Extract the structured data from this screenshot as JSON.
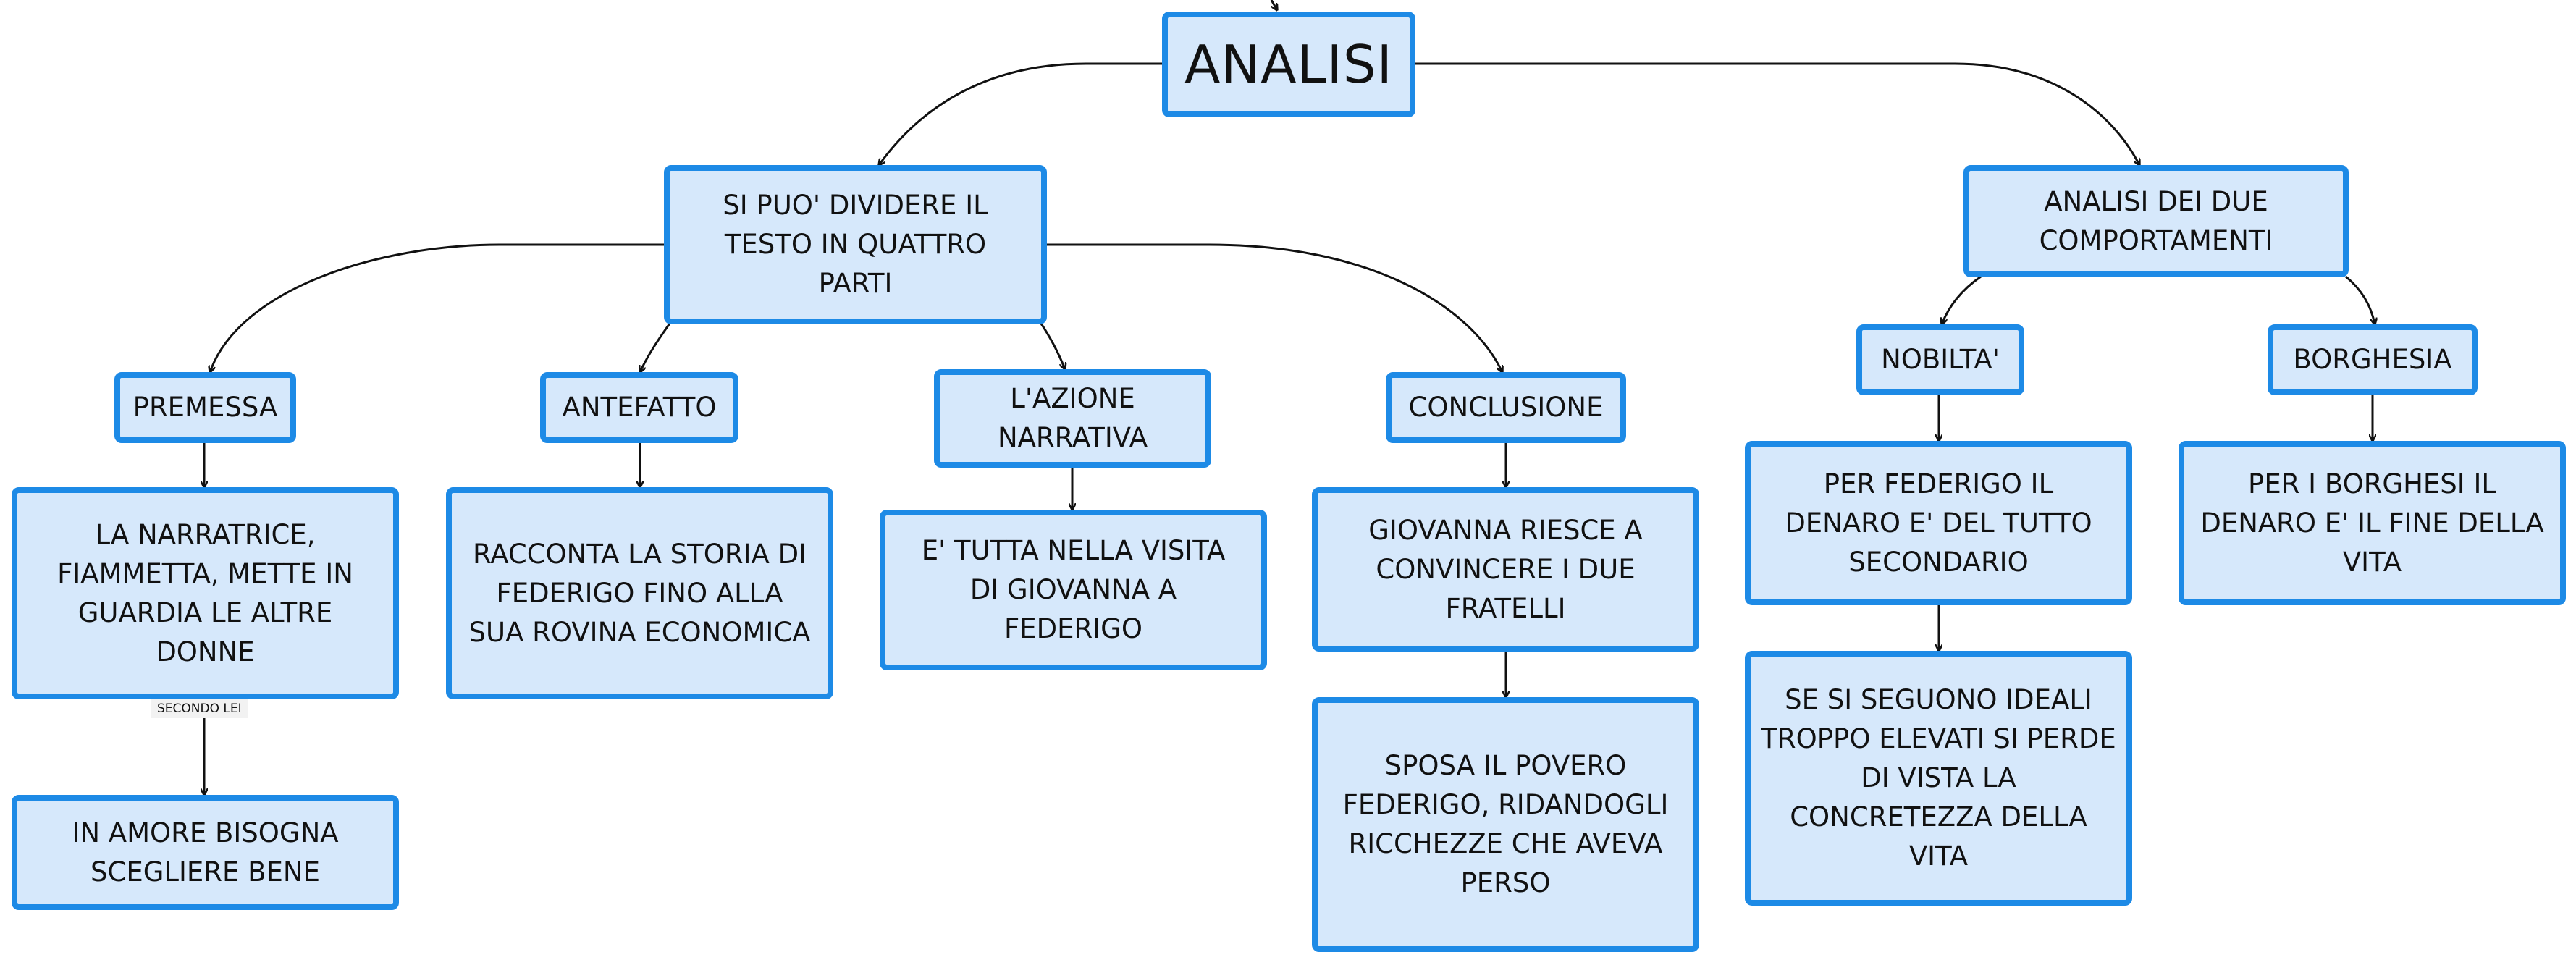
{
  "colors": {
    "node_fill": "#d6e8fb",
    "node_border": "#1d8ae6",
    "connector": "#111111"
  },
  "nodes": {
    "root": "ANALISI",
    "divide": "SI PUO' DIVIDERE IL TESTO IN QUATTRO PARTI",
    "analisi_comportamenti": "ANALISI DEI DUE COMPORTAMENTI",
    "premessa": "PREMESSA",
    "antefatto": "ANTEFATTO",
    "azione": "L'AZIONE NARRATIVA",
    "conclusione": "CONCLUSIONE",
    "nobilta": "NOBILTA'",
    "borghesia": "BORGHESIA",
    "premessa_desc": "LA NARRATRICE, FIAMMETTA, METTE IN GUARDIA LE ALTRE DONNE",
    "antefatto_desc": "RACCONTA LA STORIA DI FEDERIGO FINO ALLA SUA ROVINA ECONOMICA",
    "azione_desc": "E' TUTTA NELLA VISITA DI GIOVANNA A FEDERIGO",
    "conclusione_desc": "GIOVANNA RIESCE A CONVINCERE I DUE FRATELLI",
    "conclusione_desc2": "SPOSA IL POVERO FEDERIGO, RIDANDOGLI RICCHEZZE CHE AVEVA PERSO",
    "nobilta_desc": "PER FEDERIGO IL DENARO E' DEL TUTTO SECONDARIO",
    "nobilta_desc2": "SE SI SEGUONO IDEALI TROPPO ELEVATI SI PERDE DI VISTA LA CONCRETEZZA DELLA VITA",
    "borghesia_desc": "PER I BORGHESI IL DENARO E' IL FINE DELLA VITA",
    "amore": "IN AMORE BISOGNA SCEGLIERE BENE"
  },
  "edge_labels": {
    "secondo_lei": "SECONDO LEI"
  }
}
